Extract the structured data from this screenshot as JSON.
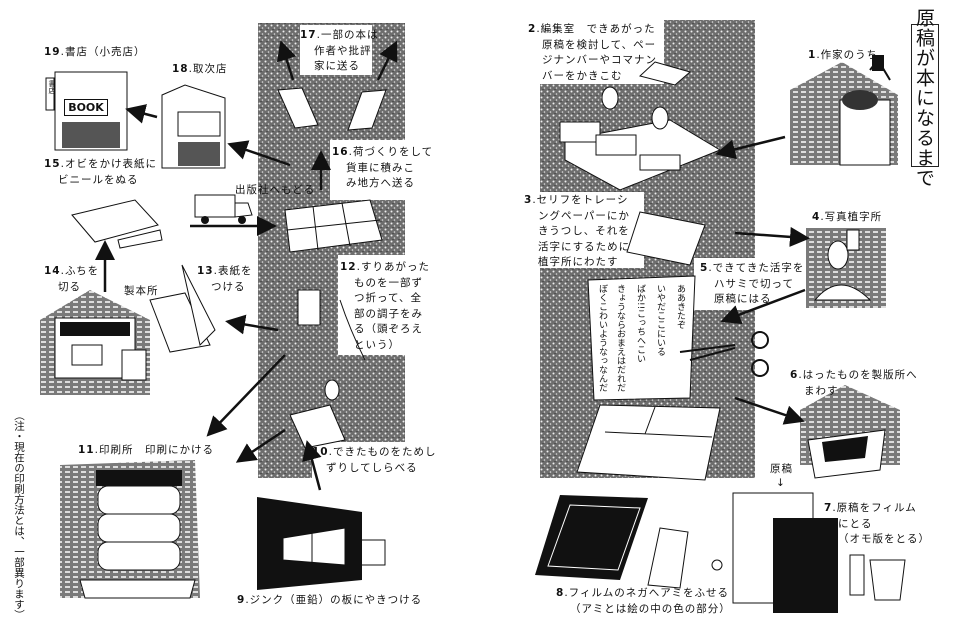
{
  "title": "原稿が本になるまで",
  "note": "（注・現在の印刷方法とは、一部異ります）",
  "steps": {
    "s1": {
      "num": "1",
      "lines": [
        ".作家のうち"
      ]
    },
    "s2": {
      "num": "2",
      "lines": [
        ".編集室　できあがった",
        "原稿を検討して、ペー",
        "ジナンバーやコマナン",
        "バーをかきこむ"
      ]
    },
    "s3": {
      "num": "3",
      "lines": [
        ".セリフをトレーシ",
        "ングペーパーにか",
        "きうつし、それを",
        "活字にするために",
        "植字所にわたす"
      ]
    },
    "s4": {
      "num": "4",
      "lines": [
        ".写真植字所"
      ]
    },
    "s5": {
      "num": "5",
      "lines": [
        ".できてきた活字を",
        "ハサミで切って",
        "原稿にはる"
      ]
    },
    "s6": {
      "num": "6",
      "lines": [
        ".はったものを製版所へ",
        "まわす"
      ]
    },
    "s7": {
      "num": "7",
      "lines": [
        ".原稿をフィルム",
        "にとる",
        "（オモ版をとる）"
      ]
    },
    "s8": {
      "num": "8",
      "lines": [
        ".フィルムのネガへアミをふせる",
        "（アミとは絵の中の色の部分）"
      ]
    },
    "s9": {
      "num": "9",
      "lines": [
        ".ジンク（亜鉛）の板にやきつける"
      ]
    },
    "s10": {
      "num": "10",
      "lines": [
        ".できたものをためし",
        "ずりしてしらべる"
      ]
    },
    "s11": {
      "num": "11",
      "lines": [
        ".印刷所　印刷にかける"
      ]
    },
    "s12": {
      "num": "12",
      "lines": [
        ".すりあがった",
        "ものを一部ず",
        "つ折って、全",
        "部の調子をみ",
        "る（頭ぞろえ",
        "という）"
      ]
    },
    "s13": {
      "num": "13",
      "lines": [
        ".表紙を",
        "つける"
      ]
    },
    "s14": {
      "num": "14",
      "lines": [
        ".ふちを",
        "切る"
      ]
    },
    "s15": {
      "num": "15",
      "lines": [
        ".オビをかけ表紙に",
        "ビニールをぬる"
      ]
    },
    "s16": {
      "num": "16",
      "lines": [
        ".荷づくりをして",
        "貨車に積みこ",
        "み地方へ送る"
      ]
    },
    "s17": {
      "num": "17",
      "lines": [
        ".一部の本は",
        "作者や批評",
        "家に送る"
      ]
    },
    "s18": {
      "num": "18",
      "lines": [
        ".取次店"
      ]
    },
    "s19": {
      "num": "19",
      "lines": [
        ".書店（小売店）"
      ]
    }
  },
  "extra_labels": {
    "bindery": "製本所",
    "return_to_publisher": "出版社へもどる",
    "manuscript": "原稿",
    "manuscript_arrow": "↓",
    "book_sign": "BOOK",
    "bookstore_sign": "書店"
  },
  "balloon_lines": [
    "ああきたぞ",
    "いやだここにいる",
    "ばか!!こっちへこい",
    "きょうならおまえはだれだ",
    "ぼくこわいようなっなんだ"
  ],
  "colors": {
    "ink": "#111111",
    "paper": "#ffffff",
    "texture": "#8a8a8a"
  }
}
